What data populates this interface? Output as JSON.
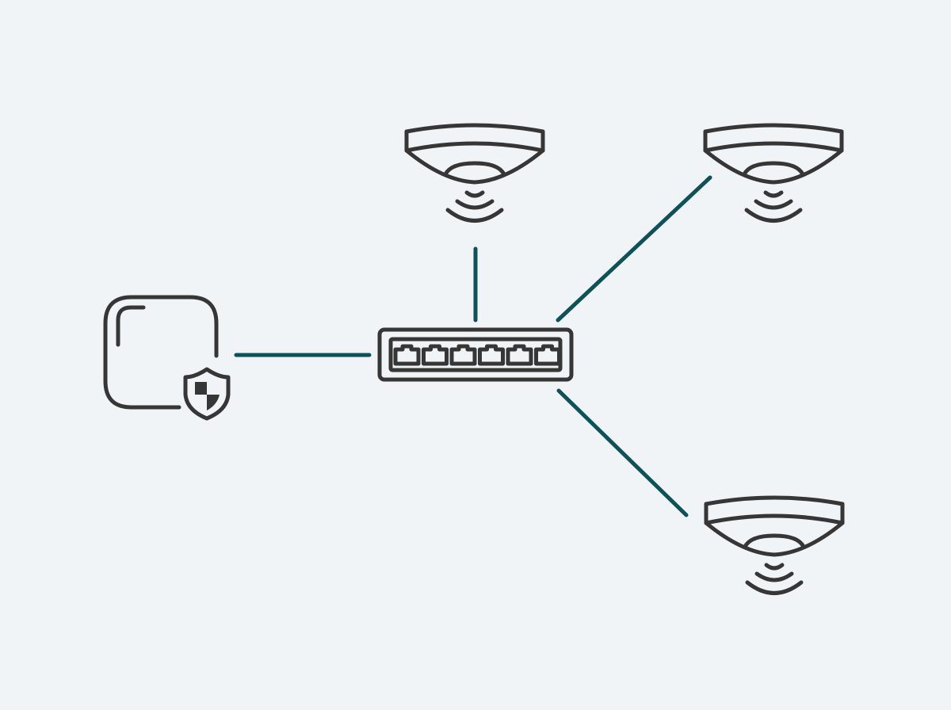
{
  "colors": {
    "background": "#f1f4f6",
    "icon_stroke": "#363636",
    "link": "#0d5257"
  },
  "nodes": {
    "firewall": {
      "icon": "firewall-gateway-icon",
      "badge_icon": "shield-icon"
    },
    "switch": {
      "icon": "network-switch-icon",
      "port_count": 6
    },
    "access_points": [
      {
        "icon": "ceiling-access-point-icon",
        "signal_icon": "wireless-signal-icon"
      },
      {
        "icon": "ceiling-access-point-icon",
        "signal_icon": "wireless-signal-icon"
      },
      {
        "icon": "ceiling-access-point-icon",
        "signal_icon": "wireless-signal-icon"
      }
    ]
  },
  "links": [
    {
      "from": "firewall",
      "to": "switch"
    },
    {
      "from": "switch",
      "to": "access_point_1"
    },
    {
      "from": "switch",
      "to": "access_point_2"
    },
    {
      "from": "switch",
      "to": "access_point_3"
    }
  ]
}
